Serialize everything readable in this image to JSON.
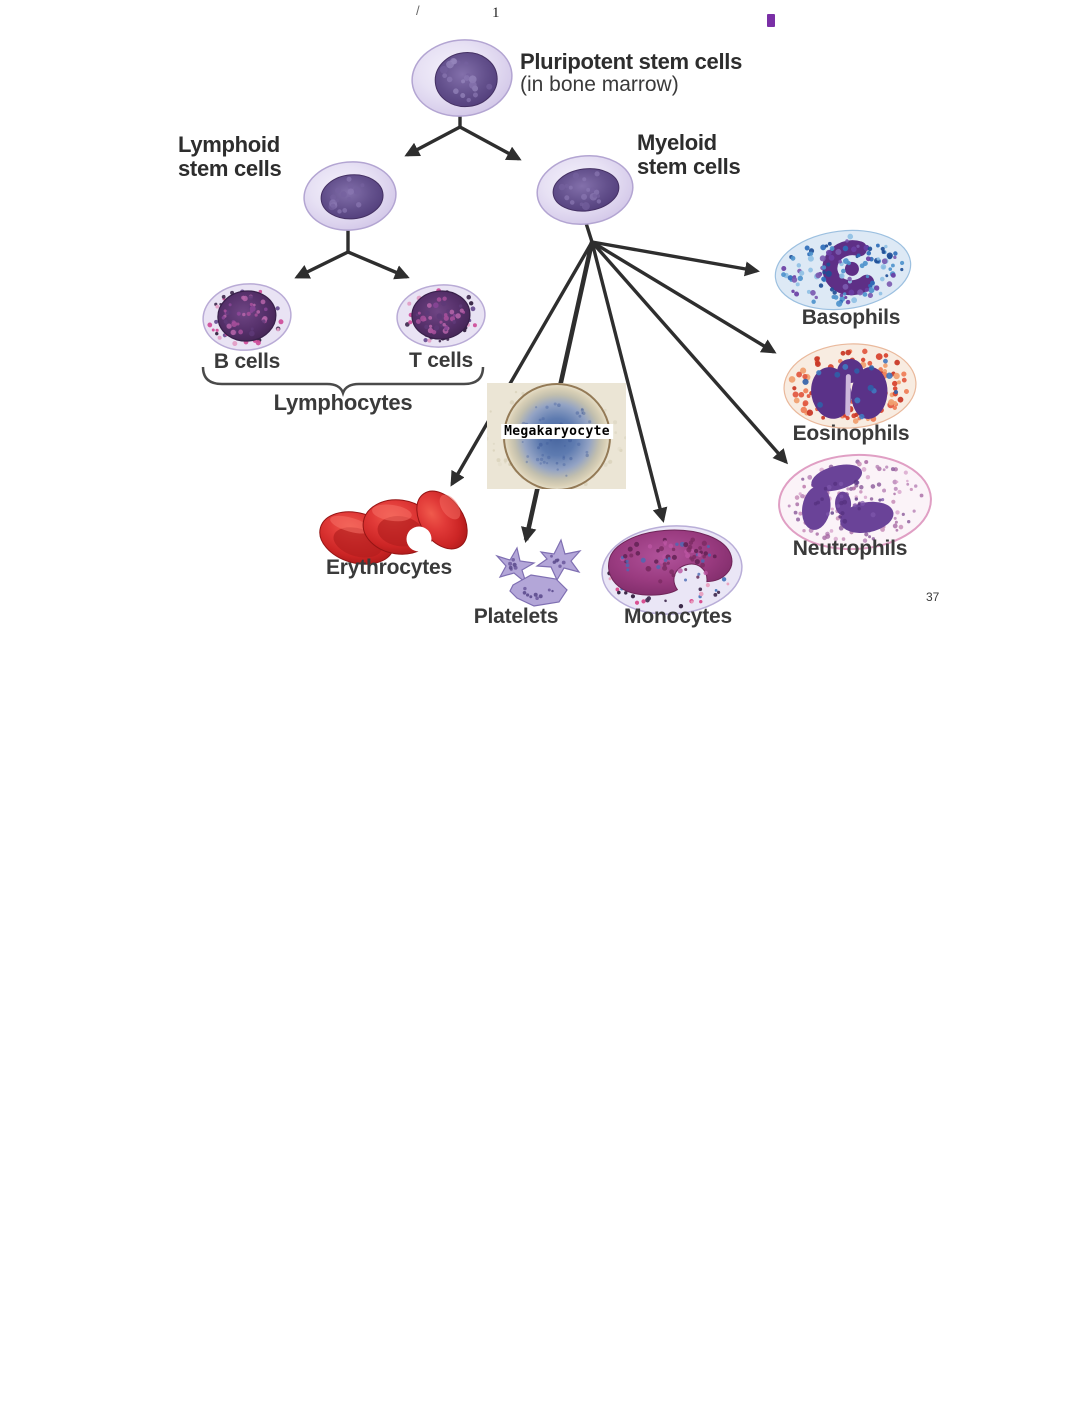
{
  "header": {
    "title": "Pluripotent stem cells",
    "subtitle": "(in bone marrow)"
  },
  "lymphoid": {
    "line1": "Lymphoid",
    "line2": "stem cells"
  },
  "myeloid": {
    "line1": "Myeloid",
    "line2": "stem cells"
  },
  "labels": {
    "b_cells": "B cells",
    "t_cells": "T cells",
    "lymphocytes": "Lymphocytes",
    "megakaryocyte": "Megakaryocyte",
    "erythrocytes": "Erythrocytes",
    "platelets": "Platelets",
    "monocytes": "Monocytes",
    "basophils": "Basophils",
    "eosinophils": "Eosinophils",
    "neutrophils": "Neutrophils"
  },
  "marks": {
    "slash": "/",
    "one": "1"
  },
  "page": {
    "number": "37"
  },
  "edges": [
    [
      "Pluripotent stem cells",
      "Lymphoid stem cells"
    ],
    [
      "Pluripotent stem cells",
      "Myeloid stem cells"
    ],
    [
      "Lymphoid stem cells",
      "B cells"
    ],
    [
      "Lymphoid stem cells",
      "T cells"
    ],
    [
      "Myeloid stem cells",
      "Erythrocytes"
    ],
    [
      "Myeloid stem cells",
      "Megakaryocyte"
    ],
    [
      "Myeloid stem cells",
      "Monocytes"
    ],
    [
      "Myeloid stem cells",
      "Basophils"
    ],
    [
      "Myeloid stem cells",
      "Eosinophils"
    ],
    [
      "Myeloid stem cells",
      "Neutrophils"
    ],
    [
      "Megakaryocyte",
      "Platelets"
    ]
  ],
  "colors": {
    "arrow": "#2e2e2e",
    "label_text": "#3a3a3a",
    "stem_cell_nucleus": "#5e4a86",
    "stem_cell_cytoplasm": "#e0d8f0",
    "lymphocyte_nucleus": "#55306a",
    "basophil_granules": "#2e6cb8",
    "eosinophil_granules": "#e25b42",
    "neutrophil_rim": "#e09fc4",
    "monocyte_nucleus": "#9a3b80",
    "erythrocyte_red": "#cc2525",
    "platelet_purple": "#b3a6d8",
    "megakaryocyte_blue": "#47659f",
    "megakaryocyte_bg": "#ebe5d5",
    "purple_mark": "#7a2fa6"
  }
}
